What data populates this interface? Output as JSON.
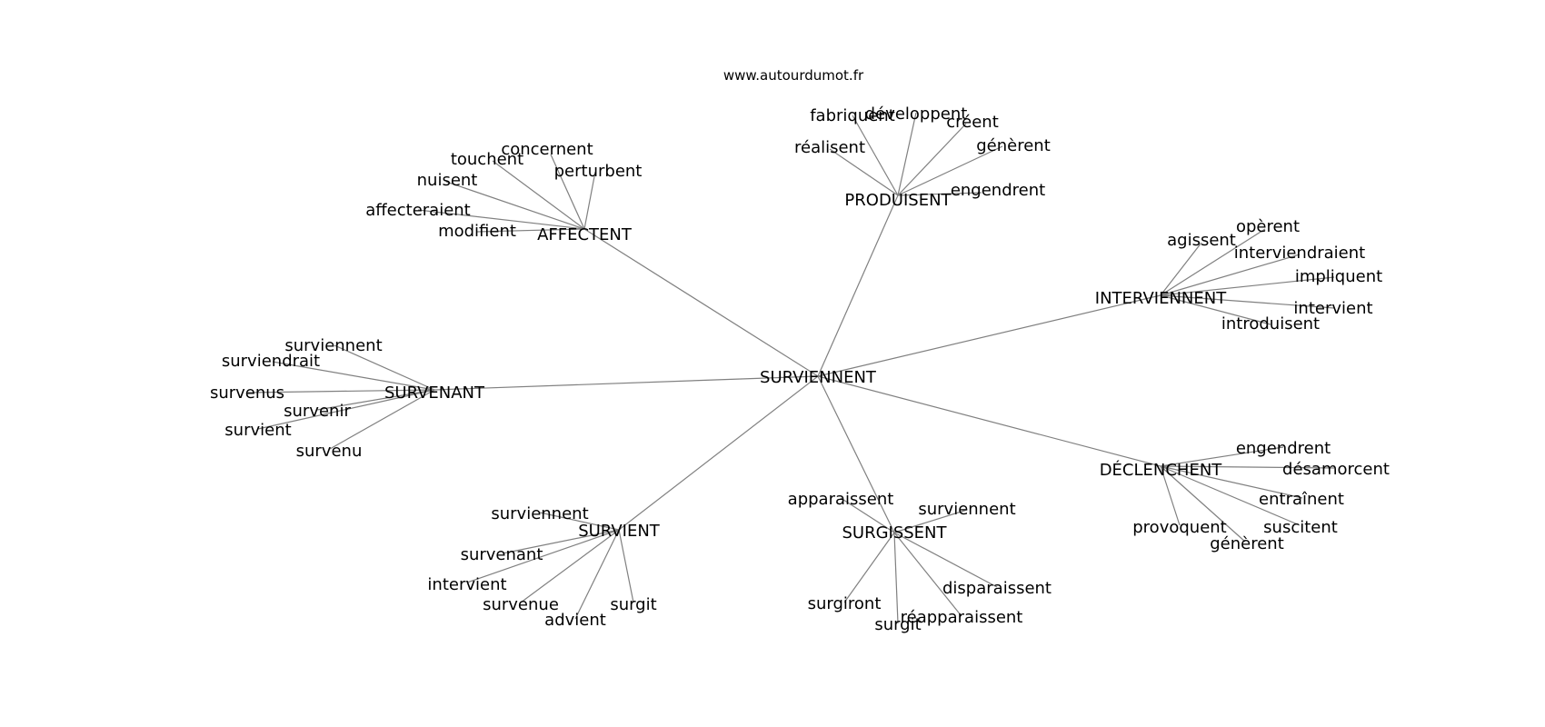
{
  "watermark": "www.autourdumot.fr",
  "center": "SURVIENNENT",
  "hubs": [
    {
      "id": "produisent",
      "label": "PRODUISENT",
      "leaves": [
        "fabriquent",
        "développent",
        "créent",
        "réalisent",
        "génèrent",
        "engendrent"
      ]
    },
    {
      "id": "affectent",
      "label": "AFFECTENT",
      "leaves": [
        "concernent",
        "touchent",
        "perturbent",
        "nuisent",
        "affecteraient",
        "modifient"
      ]
    },
    {
      "id": "interviennent",
      "label": "INTERVIENNENT",
      "leaves": [
        "opèrent",
        "agissent",
        "interviendraient",
        "impliquent",
        "intervient",
        "introduisent"
      ]
    },
    {
      "id": "survenant",
      "label": "SURVENANT",
      "leaves": [
        "surviennent",
        "surviendrait",
        "survenus",
        "survenir",
        "survient",
        "survenu"
      ]
    },
    {
      "id": "declenchent",
      "label": "DÉCLENCHENT",
      "leaves": [
        "engendrent",
        "désamorcent",
        "entraînent",
        "provoquent",
        "suscitent",
        "génèrent"
      ]
    },
    {
      "id": "survient",
      "label": "SURVIENT",
      "leaves": [
        "surviennent",
        "survenant",
        "intervient",
        "survenue",
        "advient",
        "surgit"
      ]
    },
    {
      "id": "surgissent",
      "label": "SURGISSENT",
      "leaves": [
        "apparaissent",
        "surviennent",
        "surgiront",
        "disparaissent",
        "réapparaissent",
        "surgit"
      ]
    }
  ]
}
